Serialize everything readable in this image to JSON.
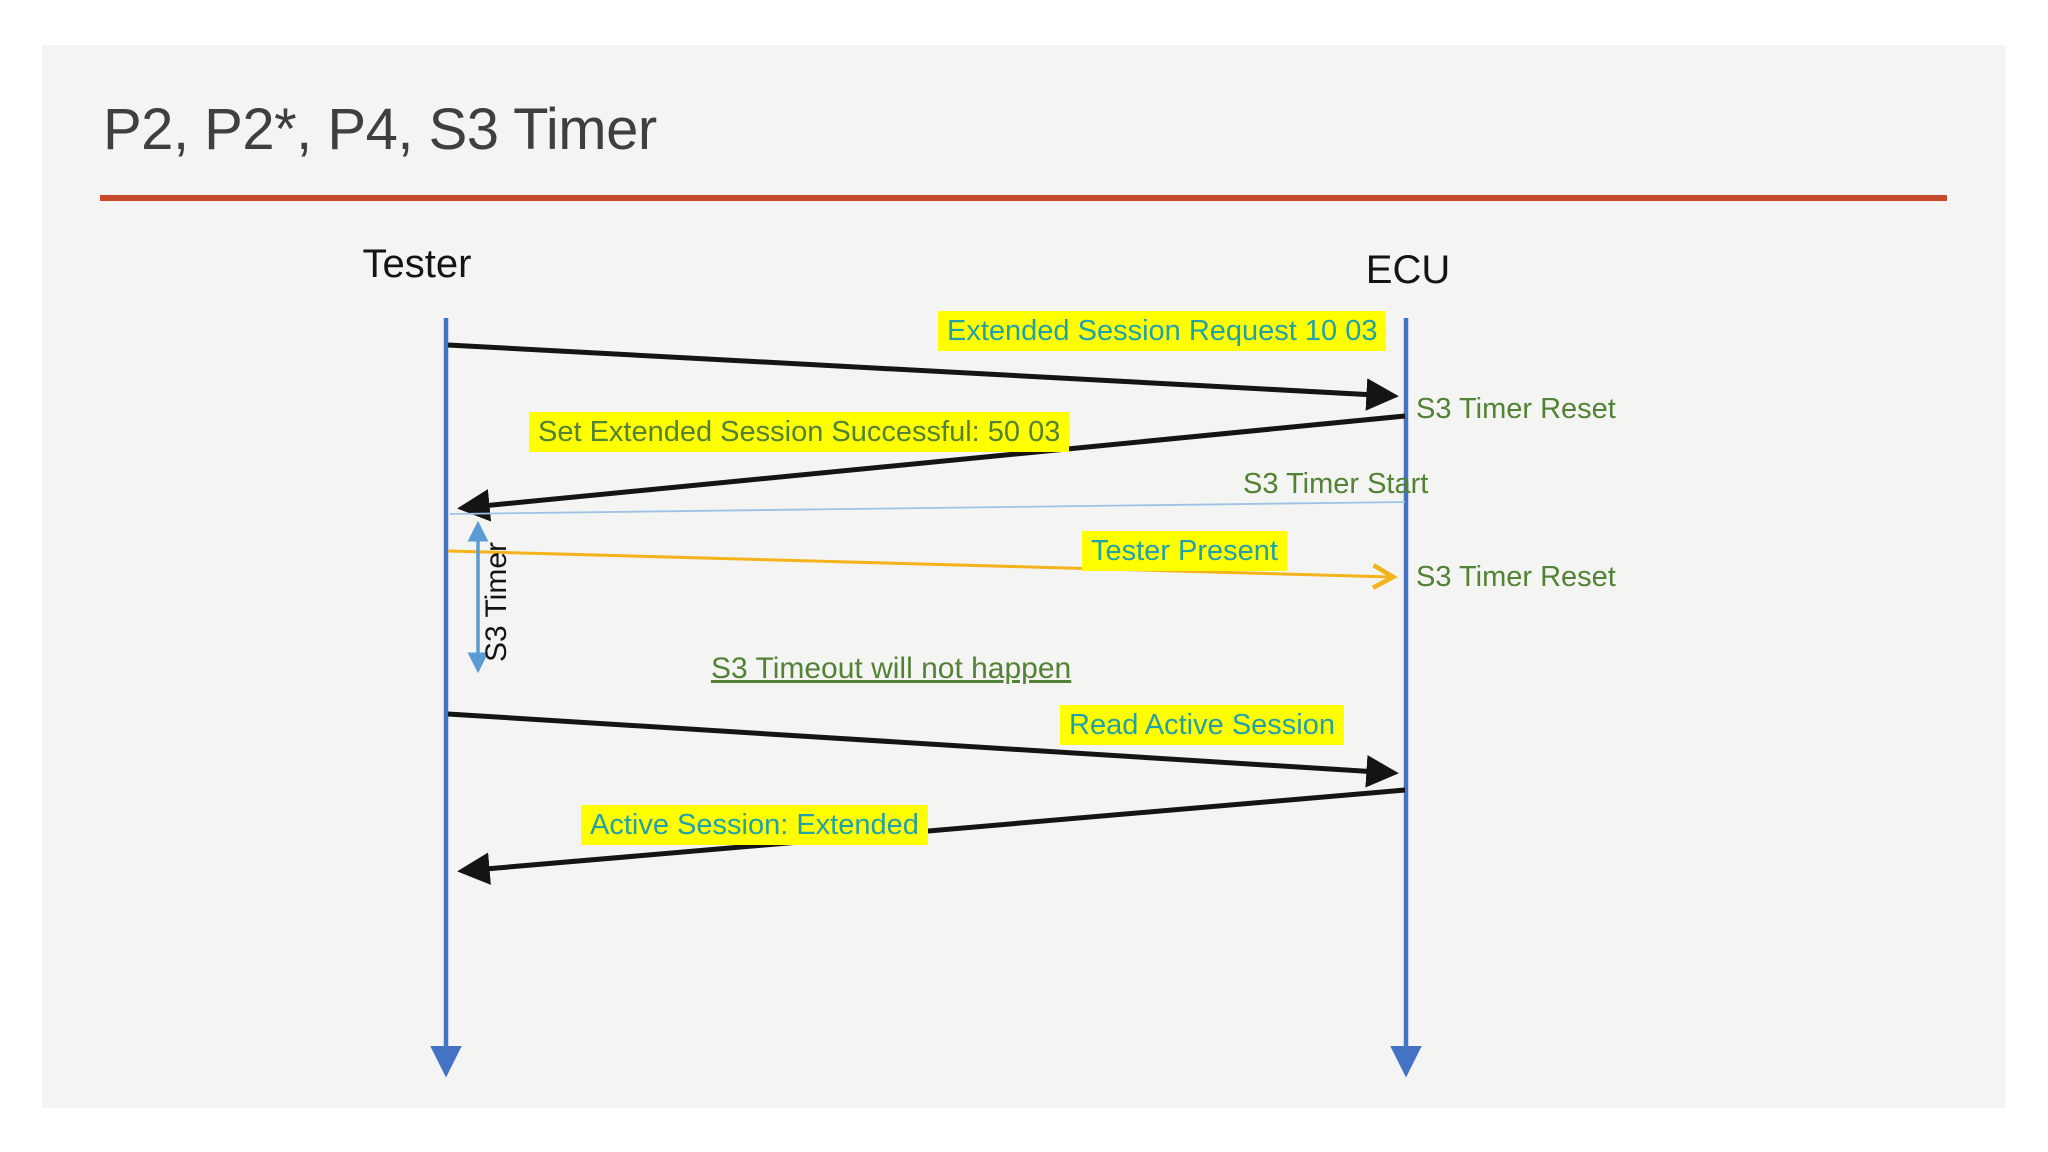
{
  "slide": {
    "title": "P2, P2*, P4, S3 Timer",
    "actors": {
      "left": "Tester",
      "right": "ECU"
    },
    "messages": {
      "extended_session_request": "Extended Session Request 10 03",
      "set_extended_session": "Set Extended Session Successful: 50 03",
      "tester_present": "Tester Present",
      "read_active_session": "Read Active Session",
      "active_session_extended": "Active Session: Extended"
    },
    "notes": {
      "s3_timer_reset_1": "S3 Timer Reset",
      "s3_timer_start": "S3 Timer Start",
      "s3_timer_reset_2": "S3 Timer Reset",
      "s3_timeout": "S3 Timeout will not happen",
      "s3_timer_label": "S3 Timer"
    },
    "colors": {
      "title_text": "#3F3F3F",
      "divider_orange": "#C7492B",
      "lifeline_blue": "#4472C4",
      "timer_span_blue": "#5B9BD5",
      "timer_start_line_blue": "#9CC3E5",
      "tester_present_orange": "#F5B31B",
      "highlight_yellow": "#FFFF00",
      "teal_text": "#22A2A8",
      "green_text": "#538135",
      "arrow_black": "#141414",
      "slide_background": "#F4F4F2"
    }
  }
}
